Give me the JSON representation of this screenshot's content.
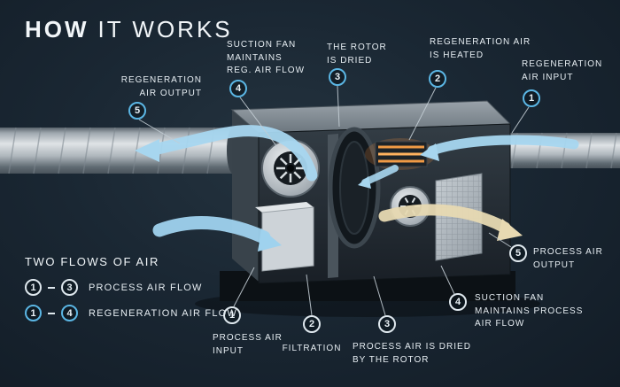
{
  "title": {
    "part1": "HOW",
    "part2": "IT WORKS"
  },
  "callouts": {
    "regeneration_air_output": {
      "num": "5",
      "label": "REGENERATION\nAIR OUTPUT"
    },
    "suction_fan_reg": {
      "num": "4",
      "label": "SUCTION FAN\nMAINTAINS\nREG. AIR FLOW"
    },
    "rotor_dried": {
      "num": "3",
      "label": "THE ROTOR\nIS DRIED"
    },
    "regeneration_air_heated": {
      "num": "2",
      "label": "REGENERATION AIR\nIS HEATED"
    },
    "regeneration_air_input": {
      "num": "1",
      "label": "REGENERATION\nAIR INPUT"
    },
    "process_air_output": {
      "num": "5",
      "label": "PROCESS AIR\nOUTPUT"
    },
    "suction_fan_process": {
      "num": "4",
      "label": "SUCTION FAN\nMAINTAINS PROCESS\nAIR FLOW"
    },
    "process_air_dried": {
      "num": "3",
      "label": "PROCESS AIR IS DRIED\nBY THE ROTOR"
    },
    "filtration": {
      "num": "2",
      "label": "FILTRATION"
    },
    "process_air_input": {
      "num": "1",
      "label": "PROCESS AIR\nINPUT"
    }
  },
  "legend": {
    "title": "TWO FLOWS OF AIR",
    "process": {
      "from": "1",
      "to": "3",
      "label": "PROCESS AIR FLOW"
    },
    "regeneration": {
      "from": "1",
      "to": "4",
      "label": "REGENERATION AIR FLOW"
    }
  },
  "colors": {
    "background": "#1a2733",
    "accent_blue": "#5bb6e4",
    "arrow_blue": "#a7d6ef",
    "arrow_tan": "#e7d9b2",
    "heater_orange": "#f09a45",
    "text": "#e6edf2"
  }
}
